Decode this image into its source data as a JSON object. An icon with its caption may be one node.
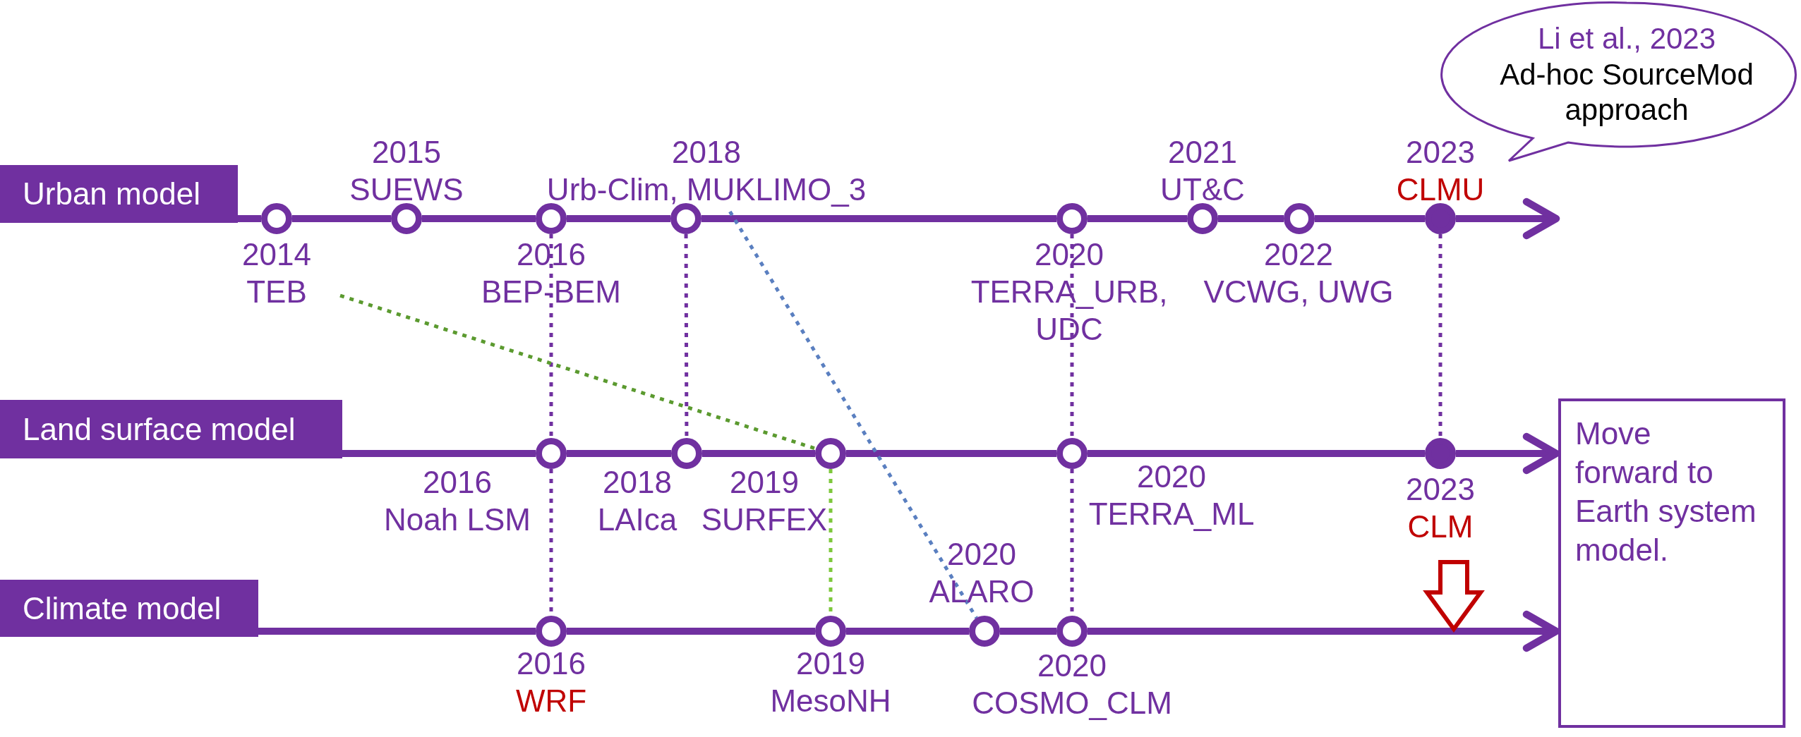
{
  "diagram": {
    "nodes": [
      {
        "text": [
          "Urban model"
        ]
      },
      {
        "text": [
          "Land surface model"
        ]
      },
      {
        "text": [
          "Climate model"
        ]
      },
      {
        "text": [],
        "shape": "circle"
      },
      {
        "text": [],
        "shape": "circle",
        "beside": [
          "2015",
          "SUEWS"
        ]
      },
      {
        "text": [],
        "shape": "circle",
        "beside": [
          "2016",
          "BEP-BEM"
        ]
      },
      {
        "text": [],
        "shape": "circle"
      },
      {
        "text": [],
        "shape": "circle",
        "beside": [
          "2020",
          "TERRA_URB, UDC"
        ]
      },
      {
        "text": [],
        "shape": "circle",
        "beside": [
          "2021",
          "UT&C"
        ]
      },
      {
        "text": [],
        "shape": "circle",
        "beside": [
          "2022",
          "VCWG, UWG"
        ]
      },
      {
        "text": [],
        "shape": "dot",
        "beside": [
          "2023",
          "CLMU"
        ]
      },
      {
        "text": [],
        "shape": "circle",
        "beside": [
          "2016",
          "Noah LSM"
        ]
      },
      {
        "text": [],
        "shape": "circle",
        "beside": [
          "2018",
          "LAIca"
        ]
      },
      {
        "text": [],
        "shape": "circle",
        "beside": [
          "2019",
          "SURFEX"
        ]
      },
      {
        "text": [],
        "shape": "circle",
        "beside": [
          "2020",
          "TERRA_ML"
        ]
      },
      {
        "text": [],
        "shape": "dot",
        "beside": [
          "2023",
          "CLM"
        ]
      },
      {
        "text": [],
        "shape": "circle",
        "beside": [
          "2016",
          "WRF"
        ]
      },
      {
        "text": [],
        "shape": "circle",
        "beside": [
          "2019",
          "MesoNH"
        ]
      },
      {
        "text": [],
        "shape": "circle",
        "beside": [
          "2020",
          "ALARO"
        ]
      },
      {
        "text": [],
        "shape": "circle",
        "beside": [
          "2020",
          "COSMO_CLM"
        ]
      },
      {
        "text": [
          "2014",
          "TEB"
        ]
      },
      {
        "text": [
          "2018",
          "Urb-Clim, MUKLIMO_3"
        ]
      },
      {
        "text": [
          "Li et al., 2023",
          "Ad-hoc SourceMod approach"
        ]
      },
      {
        "text": [
          "Move forward to Earth system model."
        ]
      }
    ],
    "edges": [
      {
        "from": 0,
        "to": 3,
        "arrow": "none"
      },
      {
        "from": 3,
        "to": 4,
        "arrow": "none"
      },
      {
        "from": 4,
        "to": 5,
        "arrow": "none"
      },
      {
        "from": 5,
        "to": 6,
        "arrow": "none"
      },
      {
        "from": 6,
        "to": 7,
        "arrow": "none"
      },
      {
        "from": 7,
        "to": 8,
        "arrow": "none"
      },
      {
        "from": 8,
        "to": 9,
        "arrow": "none"
      },
      {
        "from": 9,
        "to": 10,
        "arrow": "none"
      },
      {
        "from": 10,
        "to": null,
        "arrow": "to"
      },
      {
        "from": 1,
        "to": 11,
        "arrow": "none"
      },
      {
        "from": 11,
        "to": 12,
        "arrow": "none"
      },
      {
        "from": 12,
        "to": 13,
        "arrow": "none"
      },
      {
        "from": 13,
        "to": 14,
        "arrow": "none"
      },
      {
        "from": 14,
        "to": 15,
        "arrow": "none"
      },
      {
        "from": 15,
        "to": 23,
        "arrow": "to"
      },
      {
        "from": 2,
        "to": 16,
        "arrow": "none"
      },
      {
        "from": 16,
        "to": 17,
        "arrow": "none"
      },
      {
        "from": 17,
        "to": 18,
        "arrow": "none"
      },
      {
        "from": 18,
        "to": 19,
        "arrow": "none"
      },
      {
        "from": 19,
        "to": 23,
        "arrow": "to"
      },
      {
        "from": 5,
        "to": 11,
        "arrow": "none",
        "style": "dashed"
      },
      {
        "from": 11,
        "to": 16,
        "arrow": "none",
        "style": "dashed"
      },
      {
        "from": 6,
        "to": 12,
        "arrow": "none",
        "style": "dashed"
      },
      {
        "from": 7,
        "to": 14,
        "arrow": "none",
        "style": "dashed"
      },
      {
        "from": 14,
        "to": 19,
        "arrow": "none",
        "style": "dashed"
      },
      {
        "from": 10,
        "to": 15,
        "arrow": "none",
        "style": "dashed"
      },
      {
        "from": 20,
        "to": 13,
        "arrow": "none",
        "style": "dashed",
        "color": "#5b9a2f"
      },
      {
        "from": 13,
        "to": 17,
        "arrow": "none",
        "style": "dashed",
        "color": "#7ec83c"
      },
      {
        "from": 21,
        "to": 18,
        "arrow": "none",
        "style": "dashed",
        "color": "#5a7fc0"
      }
    ]
  }
}
